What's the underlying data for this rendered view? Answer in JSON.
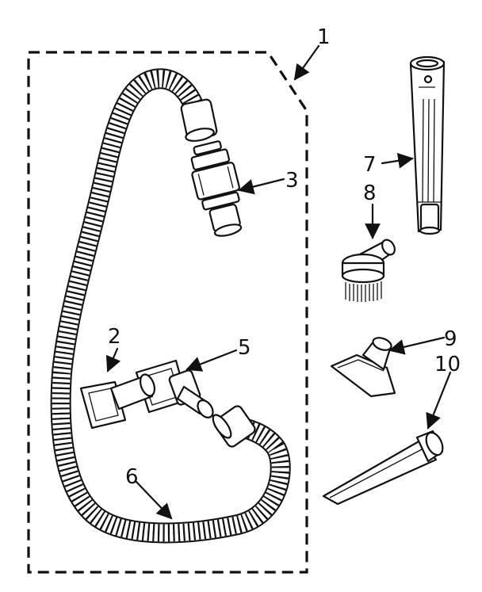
{
  "callouts": {
    "c1": "1",
    "c2": "2",
    "c3": "3",
    "c5": "5",
    "c6": "6",
    "c7": "7",
    "c8": "8",
    "c9": "9",
    "c10": "10"
  }
}
